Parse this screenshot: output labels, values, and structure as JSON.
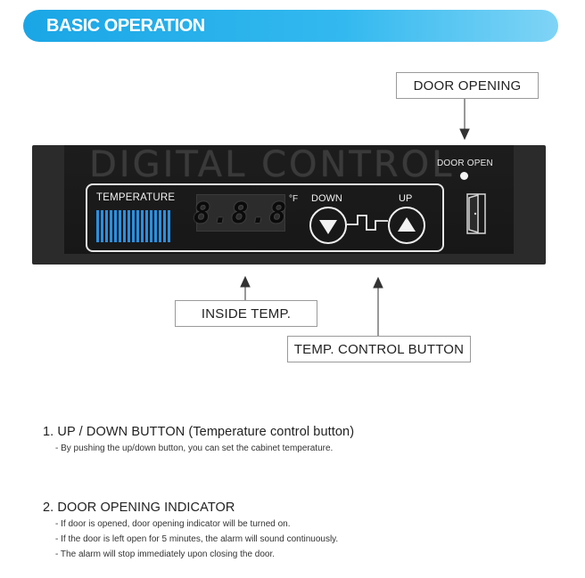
{
  "header": {
    "title": "BASIC OPERATION"
  },
  "callouts": {
    "door_opening": "DOOR OPENING",
    "inside_temp": "INSIDE TEMP.",
    "temp_control_button": "TEMP. CONTROL BUTTON"
  },
  "panel": {
    "title": "DIGITAL CONTROL",
    "door_open_label": "DOOR OPEN",
    "temperature_label": "TEMPERATURE",
    "display_value": "8.8.8",
    "unit": "°F",
    "down_label": "DOWN",
    "up_label": "UP"
  },
  "sections": [
    {
      "heading": "1. UP / DOWN BUTTON (Temperature control button)",
      "bullets": [
        "- By pushing the up/down button, you can set the cabinet temperature."
      ]
    },
    {
      "heading": "2. DOOR OPENING INDICATOR",
      "bullets": [
        "- If door is opened, door opening indicator will be turned on.",
        "- If the door is left open for 5 minutes, the alarm will sound continuously.",
        "- The alarm will stop immediately upon closing the door."
      ]
    }
  ],
  "colors": {
    "banner": "#1aa6e6",
    "panel": "#2b2b2b",
    "temp_bars": "#2a8fe0"
  },
  "icons": {
    "down": "triangle-down-icon",
    "up": "triangle-up-icon",
    "door": "door-icon"
  }
}
